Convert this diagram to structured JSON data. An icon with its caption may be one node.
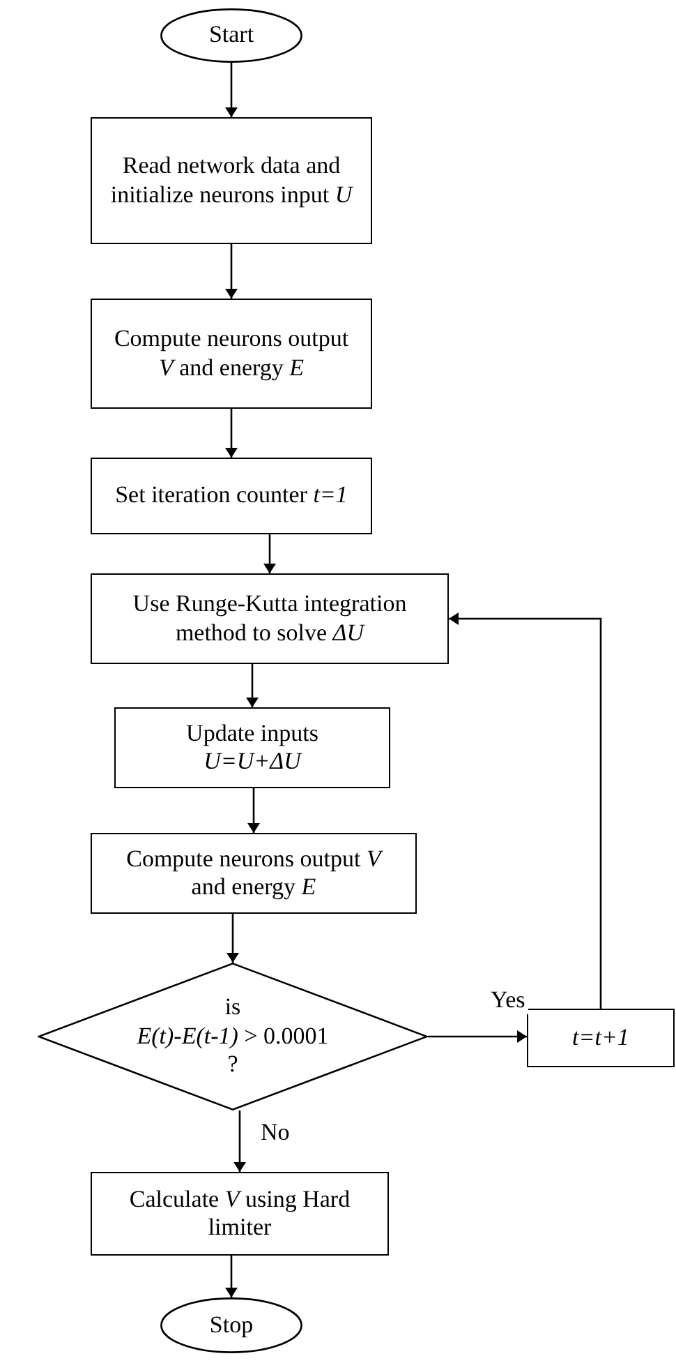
{
  "diagram": {
    "nodes": [
      {
        "text": [
          "Start"
        ]
      },
      {
        "text": [
          "Read network data and initialize neurons input *U*"
        ]
      },
      {
        "text": [
          "Compute neurons output *V* and energy *E*"
        ]
      },
      {
        "text": [
          "Set iteration counter *t=1*"
        ]
      },
      {
        "text": [
          "Use Runge-Kutta integration method to solve *ΔU*"
        ]
      },
      {
        "text": [
          "Update inputs *U=U+ΔU*"
        ]
      },
      {
        "text": [
          "Compute neurons output *V* and energy *E*"
        ]
      },
      {
        "text": [
          "is",
          "*E(t)-E(t-1)* > 0.0001",
          "?"
        ]
      },
      {
        "text": [
          "*t=t+1*"
        ]
      },
      {
        "text": [
          "Calculate *V* using Hard limiter"
        ]
      },
      {
        "text": [
          "Stop"
        ]
      }
    ],
    "edges": [
      {
        "from": 0,
        "to": 1,
        "arrow": "to"
      },
      {
        "from": 1,
        "to": 2,
        "arrow": "to"
      },
      {
        "from": 2,
        "to": 3,
        "arrow": "to"
      },
      {
        "from": 3,
        "to": 4,
        "arrow": "to"
      },
      {
        "from": 4,
        "to": 5,
        "arrow": "to"
      },
      {
        "from": 5,
        "to": 6,
        "arrow": "to"
      },
      {
        "from": 6,
        "to": 7,
        "arrow": "to"
      },
      {
        "from": 7,
        "to": 8,
        "arrow": "to",
        "label": "Yes"
      },
      {
        "from": 8,
        "to": 4,
        "arrow": "to"
      },
      {
        "from": 7,
        "to": 9,
        "arrow": "to",
        "label": "No"
      },
      {
        "from": 9,
        "to": 10,
        "arrow": "to"
      }
    ]
  }
}
